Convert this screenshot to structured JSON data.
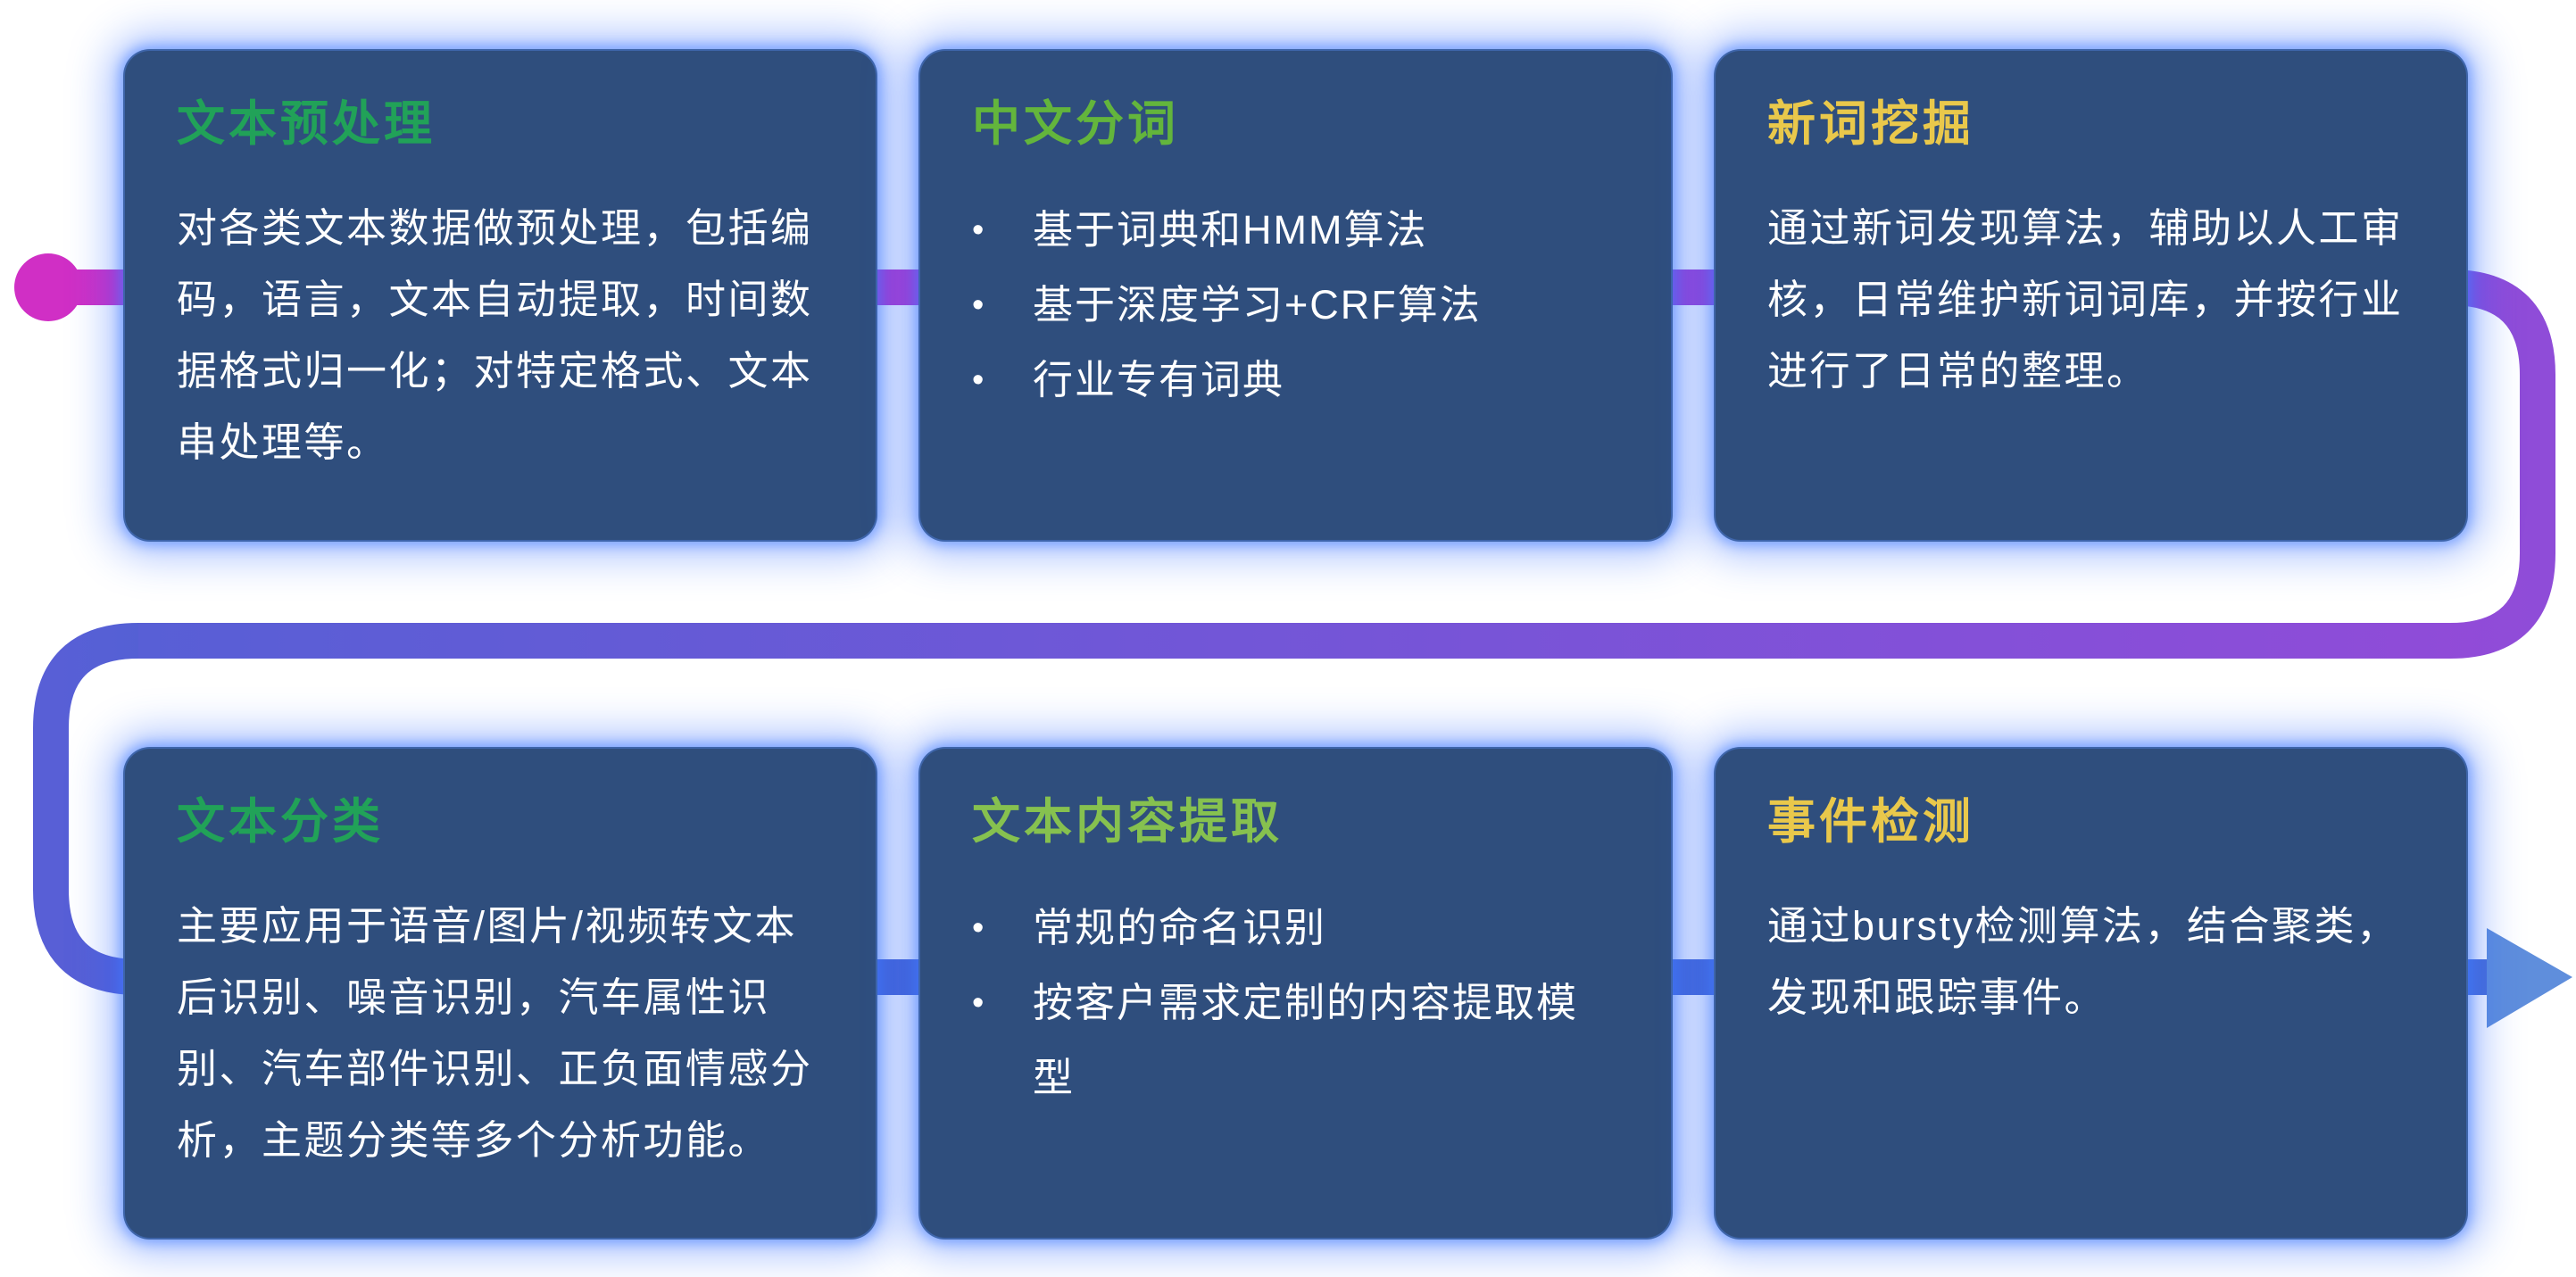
{
  "flow": {
    "dot_color": "#d02fc5",
    "magenta": "#d02fc5",
    "magenta_mid": "#b43ace",
    "purple": "#8f4cd8",
    "purple_blue": "#585fd6",
    "blue_dark": "#4a63d0",
    "blue": "#4a6ed6",
    "arrow_color": "#5f8edc",
    "bullet_glyph": "•"
  },
  "colors": {
    "card_background": "#2f4e7d",
    "card_glow": "#2f69ff",
    "body_text": "#ffffff"
  },
  "cards": [
    {
      "title": "文本预处理",
      "title_color": "#21a258",
      "body": "对各类文本数据做预处理，包括编码，语言，文本自动提取，时间数据格式归一化；对特定格式、文本串处理等。"
    },
    {
      "title": "中文分词",
      "title_color": "#63b53c",
      "bullets": [
        "基于词典和HMM算法",
        "基于深度学习+CRF算法",
        "行业专有词典"
      ]
    },
    {
      "title": "新词挖掘",
      "title_color": "#e9c84b",
      "body": "通过新词发现算法，辅助以人工审核，日常维护新词词库，并按行业进行了日常的整理。"
    },
    {
      "title": "文本分类",
      "title_color": "#21a258",
      "body": "主要应用于语音/图片/视频转文本后识别、噪音识别，汽车属性识别、汽车部件识别、正负面情感分析，主题分类等多个分析功能。"
    },
    {
      "title": "文本内容提取",
      "title_color": "#86c14f",
      "bullets": [
        "常规的命名识别",
        "按客户需求定制的内容提取模型"
      ]
    },
    {
      "title": "事件检测",
      "title_color": "#e9c84b",
      "body": "通过bursty检测算法，结合聚类，发现和跟踪事件。"
    }
  ]
}
